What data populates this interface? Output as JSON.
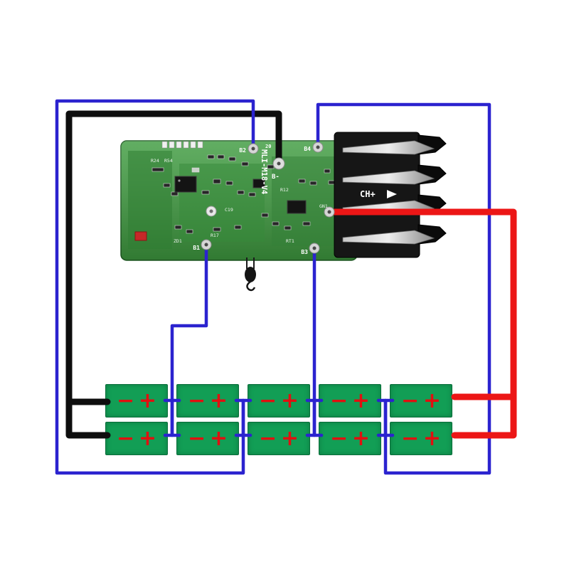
{
  "colors": {
    "wire-black": "#0e0e0e",
    "wire-red": "#ec1616",
    "wire-blue": "#2b23cf",
    "cell-green": "#129e55",
    "symbol-red": "#e01010",
    "pcb-green": "#3f9c40"
  },
  "board": {
    "model_label": "MLI-M18-V4",
    "top_number": "20",
    "pad_labels": {
      "b2": "B2",
      "b4": "B4",
      "bminus": "B-",
      "b1": "B1",
      "b3": "B3"
    },
    "silk": [
      "R24",
      "R54",
      "C19",
      "R17",
      "R12",
      "ZD1",
      "RT1",
      "GN1"
    ]
  },
  "connector": {
    "print_label": "CH+"
  },
  "cells": {
    "minus": "−",
    "plus": "+"
  }
}
